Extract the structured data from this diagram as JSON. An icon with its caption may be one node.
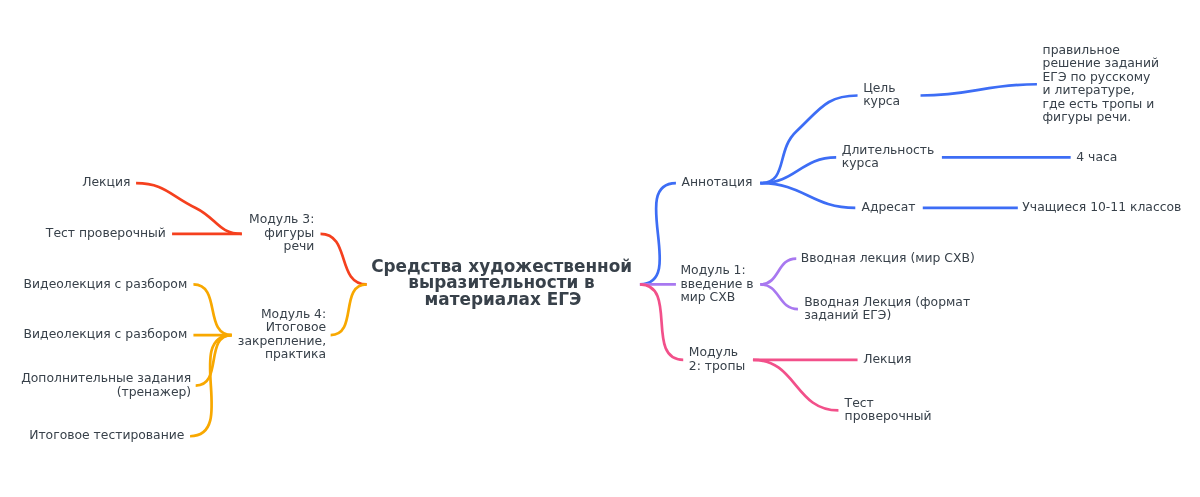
{
  "diagram": {
    "nodes": [
      {
        "text": [
          "Средства художественной выразительности в материалах ЕГЭ"
        ]
      },
      {
        "text": [
          "Аннотация"
        ]
      },
      {
        "text": [
          "Цель курса"
        ]
      },
      {
        "text": [
          "правильное решение заданий ЕГЭ по русскому и литературе, где есть тропы и фигуры речи."
        ]
      },
      {
        "text": [
          "Длительность курса"
        ]
      },
      {
        "text": [
          "4 часа"
        ]
      },
      {
        "text": [
          "Адресат"
        ]
      },
      {
        "text": [
          "Учащиеся 10-11 классов"
        ]
      },
      {
        "text": [
          "Модуль 1: введение в мир СХВ"
        ]
      },
      {
        "text": [
          "Вводная лекция (мир СХВ)"
        ]
      },
      {
        "text": [
          "Вводная Лекция (формат заданий ЕГЭ)"
        ]
      },
      {
        "text": [
          "Модуль 2: тропы"
        ]
      },
      {
        "text": [
          "Лекция"
        ]
      },
      {
        "text": [
          "Тест проверочный"
        ]
      },
      {
        "text": [
          "Модуль 3: фигуры речи"
        ]
      },
      {
        "text": [
          "Лекция"
        ]
      },
      {
        "text": [
          "Тест проверочный"
        ]
      },
      {
        "text": [
          "Модуль 4: Итоговое закрепление, практика"
        ]
      },
      {
        "text": [
          "Видеолекция с разбором"
        ]
      },
      {
        "text": [
          "Видеолекция с разбором"
        ]
      },
      {
        "text": [
          "Дополнительные задания (тренажер)"
        ]
      },
      {
        "text": [
          "Итоговое тестирование"
        ]
      }
    ],
    "edges": [
      {
        "from": 0,
        "to": 1,
        "arrow": "none"
      },
      {
        "from": 1,
        "to": 2,
        "arrow": "none"
      },
      {
        "from": 2,
        "to": 3,
        "arrow": "none"
      },
      {
        "from": 1,
        "to": 4,
        "arrow": "none"
      },
      {
        "from": 4,
        "to": 5,
        "arrow": "none"
      },
      {
        "from": 1,
        "to": 6,
        "arrow": "none"
      },
      {
        "from": 6,
        "to": 7,
        "arrow": "none"
      },
      {
        "from": 0,
        "to": 8,
        "arrow": "none",
        "color": "#a878f0"
      },
      {
        "from": 8,
        "to": 9,
        "arrow": "none",
        "color": "#a878f0"
      },
      {
        "from": 8,
        "to": 10,
        "arrow": "none",
        "color": "#a878f0"
      },
      {
        "from": 0,
        "to": 11,
        "arrow": "none",
        "color": "#f2508a"
      },
      {
        "from": 11,
        "to": 12,
        "arrow": "none",
        "color": "#f2508a"
      },
      {
        "from": 11,
        "to": 13,
        "arrow": "none",
        "color": "#f2508a"
      },
      {
        "from": 0,
        "to": 14,
        "arrow": "none",
        "color": "#f5401e"
      },
      {
        "from": 14,
        "to": 15,
        "arrow": "none",
        "color": "#f5401e"
      },
      {
        "from": 14,
        "to": 16,
        "arrow": "none",
        "color": "#f5401e"
      },
      {
        "from": 0,
        "to": 17,
        "arrow": "none",
        "color": "#f8a800"
      },
      {
        "from": 17,
        "to": 18,
        "arrow": "none",
        "color": "#f8a800"
      },
      {
        "from": 17,
        "to": 19,
        "arrow": "none",
        "color": "#f8a800"
      },
      {
        "from": 17,
        "to": 20,
        "arrow": "none",
        "color": "#f8a800"
      },
      {
        "from": 17,
        "to": 21,
        "arrow": "none",
        "color": "#f8a800"
      }
    ]
  }
}
